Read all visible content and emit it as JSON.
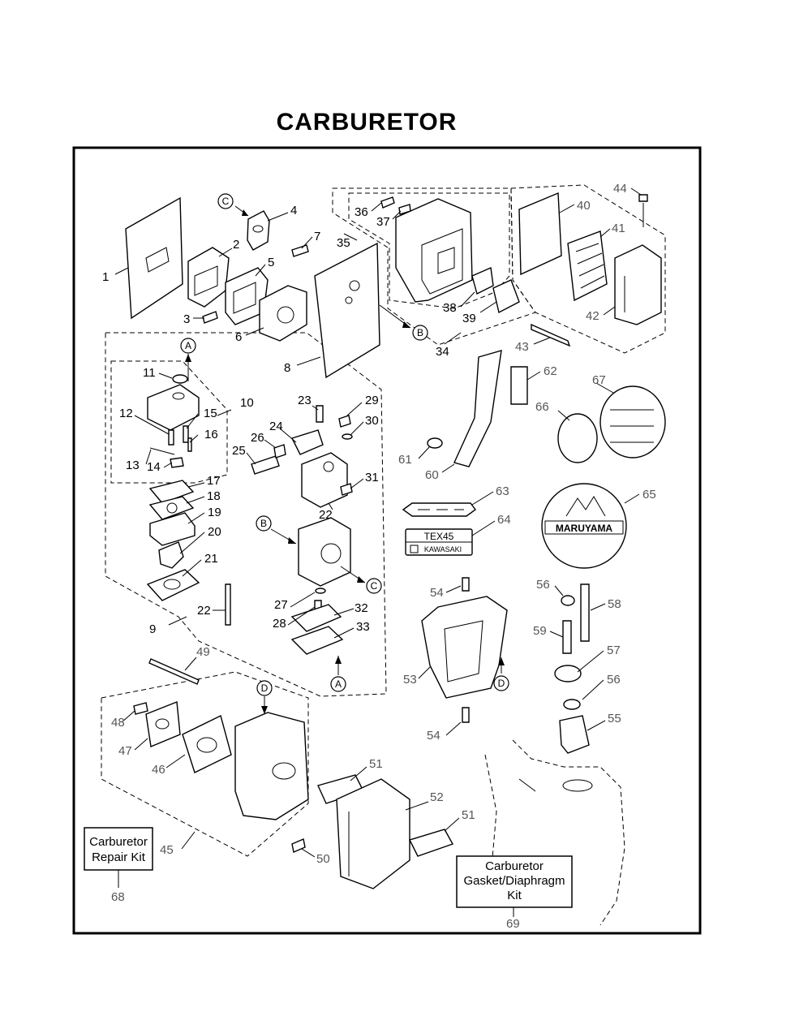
{
  "title": "CARBURETOR",
  "parts": [
    "1",
    "2",
    "3",
    "4",
    "5",
    "6",
    "7",
    "8",
    "9",
    "10",
    "11",
    "12",
    "13",
    "14",
    "15",
    "16",
    "17",
    "18",
    "19",
    "20",
    "21",
    "22",
    "22",
    "23",
    "24",
    "25",
    "26",
    "27",
    "28",
    "29",
    "30",
    "31",
    "32",
    "33",
    "34",
    "35",
    "36",
    "37",
    "38",
    "39",
    "40",
    "41",
    "42",
    "43",
    "44",
    "45",
    "46",
    "47",
    "48",
    "49",
    "50",
    "51",
    "51",
    "52",
    "53",
    "54",
    "54",
    "55",
    "56",
    "56",
    "57",
    "58",
    "59",
    "60",
    "61",
    "62",
    "63",
    "64",
    "65",
    "66",
    "67",
    "68",
    "69"
  ],
  "callouts": [
    "A",
    "A",
    "B",
    "B",
    "C",
    "C",
    "D",
    "D"
  ],
  "decal": {
    "model": "TEX45",
    "brand": "KAWASAKI"
  },
  "logo": "MARUYAMA",
  "kits": {
    "repair": {
      "line1": "Carburetor",
      "line2": "Repair Kit",
      "number": "68"
    },
    "gasket": {
      "line1": "Carburetor",
      "line2": "Gasket/Diaphragm",
      "line3": "Kit",
      "number": "69"
    }
  }
}
